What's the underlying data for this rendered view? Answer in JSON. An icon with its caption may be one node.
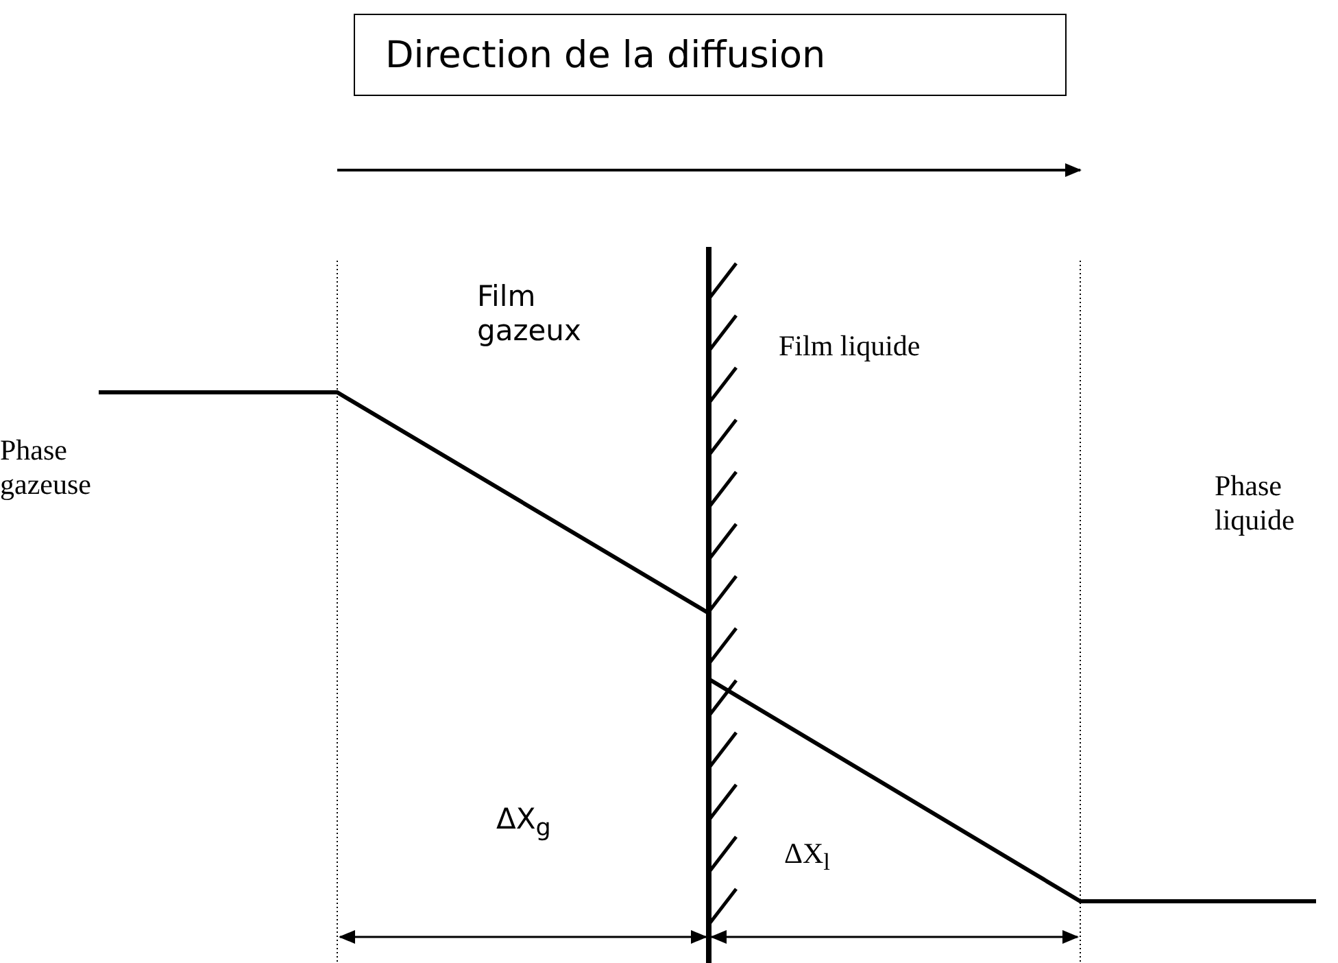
{
  "diagram": {
    "nodes": [
      {
        "text": [
          "Direction de la diffusion"
        ]
      }
    ],
    "labels": [
      "Film gazeux",
      "Film liquide",
      "Phase gazeuse",
      "Phase liquide",
      "ΔX$_{g}$",
      "ΔX$_{l}$"
    ]
  }
}
